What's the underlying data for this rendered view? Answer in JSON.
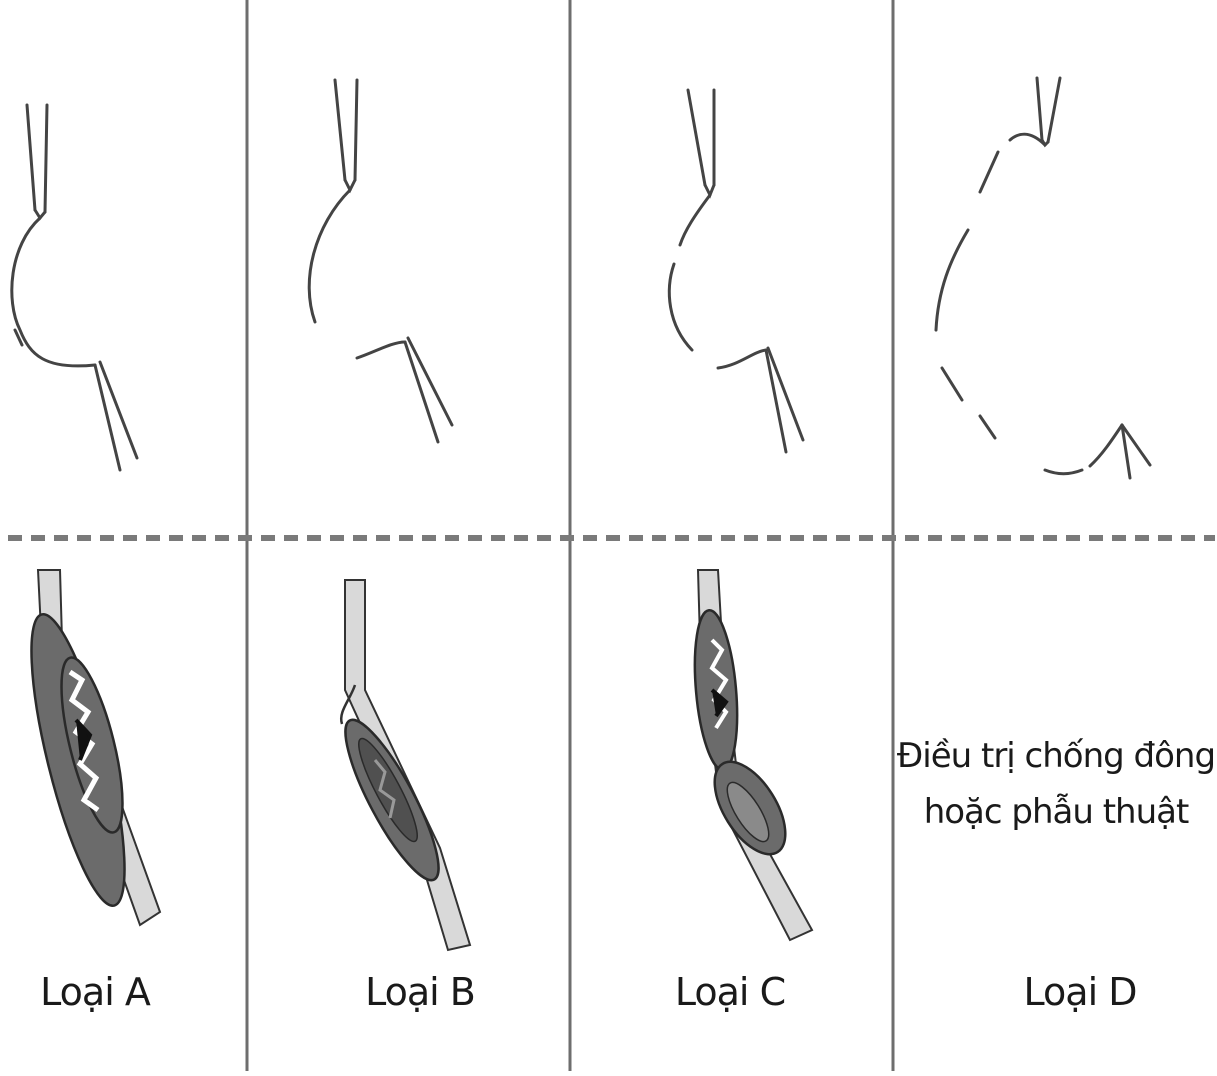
{
  "columns": [
    {
      "id": "a",
      "label": "Loại A"
    },
    {
      "id": "b",
      "label": "Loại B"
    },
    {
      "id": "c",
      "label": "Loại C"
    },
    {
      "id": "d",
      "label": "Loại D"
    }
  ],
  "note": {
    "line1": "Điều trị chống đông",
    "line2": "hoặc phẫu thuật"
  },
  "colors": {
    "line": "#444444",
    "divider": "#6e6e6e",
    "dashed": "#7a7a7a",
    "clot": "#6b6b6b",
    "vessel": "#d9d9d9"
  }
}
